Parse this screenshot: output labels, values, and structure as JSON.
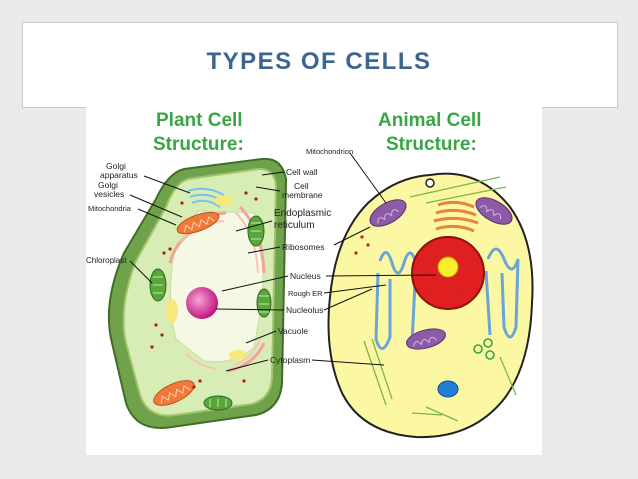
{
  "slide": {
    "title": "TYPES OF CELLS"
  },
  "diagram": {
    "plant": {
      "title_line1": "Plant Cell",
      "title_line2": "Structure:",
      "left_labels": {
        "golgi_apparatus_1": "Golgi",
        "golgi_apparatus_2": "apparatus",
        "golgi_vesicles_1": "Golgi",
        "golgi_vesicles_2": "vesicles",
        "mitochondria": "Mitochondria",
        "chloroplast": "Chloroplast"
      }
    },
    "animal": {
      "title_line1": "Animal Cell",
      "title_line2": "Structure:",
      "labels": {
        "mitochondrion": "Mitochondrion",
        "rough_er": "Rough ER"
      }
    },
    "shared_labels": {
      "cell_wall": "Cell wall",
      "cell_membrane_1": "Cell",
      "cell_membrane_2": "membrane",
      "endoplasmic_1": "Endoplasmic",
      "endoplasmic_2": "reticulum",
      "ribosomes": "Ribosomes",
      "nucleus": "Nucleus",
      "nucleolus": "Nucleolus",
      "vacuole": "Vacuole",
      "cytoplasm": "Cytoplasm"
    },
    "colors": {
      "title_blue": "#3d6592",
      "heading_green": "#3aa544",
      "plant_wall": "#6fa24a",
      "plant_cytoplasm": "#d8ecb5",
      "animal_cytoplasm": "#fbf7a3",
      "nucleus_red": "#e02020",
      "nucleolus_yellow": "#f8ef2a",
      "mitochondria_purple": "#8d5aa6",
      "chloroplast_green": "#58a63c"
    }
  }
}
